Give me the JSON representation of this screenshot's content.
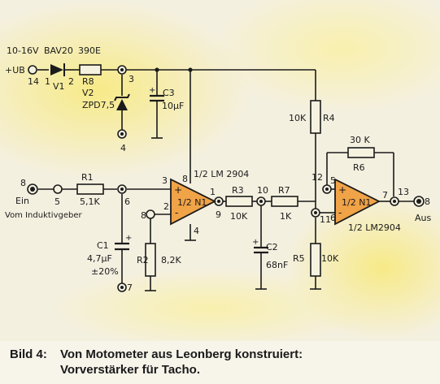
{
  "figure": {
    "caption_label": "Bild 4:",
    "caption_line1": "Von Motometer aus Leonberg konstruiert:",
    "caption_line2": "Vorverstärker für Tacho."
  },
  "supply": {
    "voltage": "10-16V",
    "name": "+UB",
    "pin_14": "14",
    "pin_1": "1",
    "pin_2": "2",
    "pin_3": "3",
    "pin_4": "4"
  },
  "input": {
    "terminal": "8",
    "label": "Ein",
    "source": "Vom Induktivgeber",
    "pin_5": "5",
    "pin_6": "6",
    "pin_7": "7"
  },
  "output": {
    "terminal": "8",
    "label": "Aus",
    "pin_13": "13"
  },
  "components": {
    "v1_type": "BAV20",
    "v1_ref": "V1",
    "r8_value": "390E",
    "r8_ref": "R8",
    "v2_ref": "V2",
    "v2_type": "ZPD7,5",
    "c3_ref": "C3",
    "c3_value": "10µF",
    "r4_value": "10K",
    "r4_ref": "R4",
    "r1_ref": "R1",
    "r1_value": "5,1K",
    "c1_ref": "C1",
    "c1_value": "4,7µF",
    "c1_tol": "±20%",
    "r2_ref": "R2",
    "r2_value": "8,2K",
    "r3_ref": "R3",
    "r3_value": "10K",
    "c2_ref": "C2",
    "c2_value": "68nF",
    "r7_ref": "R7",
    "r7_value": "1K",
    "r5_ref": "R5",
    "r5_value": "10K",
    "r6_value": "30 K",
    "r6_ref": "R6"
  },
  "opamp1": {
    "title": "1/2 LM 2904",
    "label": "1/2 N1",
    "pin_3": "3",
    "pin_8": "8",
    "pin_2": "2",
    "pin_4": "4",
    "pin_1": "1",
    "node_9": "9",
    "node_10": "10",
    "node_8b": "8",
    "plus": "+",
    "minus": "-"
  },
  "opamp2": {
    "title": "1/2 LM2904",
    "label": "1/2 N1",
    "pin_12": "12",
    "pin_5": "5",
    "pin_6": "6",
    "pin_7": "7",
    "node_11": "11",
    "plus": "+",
    "minus": "-"
  },
  "colors": {
    "opamp_fill": "#f0a347",
    "paper": "#f3efdd",
    "highlight": "#f8ec8a",
    "ink": "#1b1b1b"
  }
}
